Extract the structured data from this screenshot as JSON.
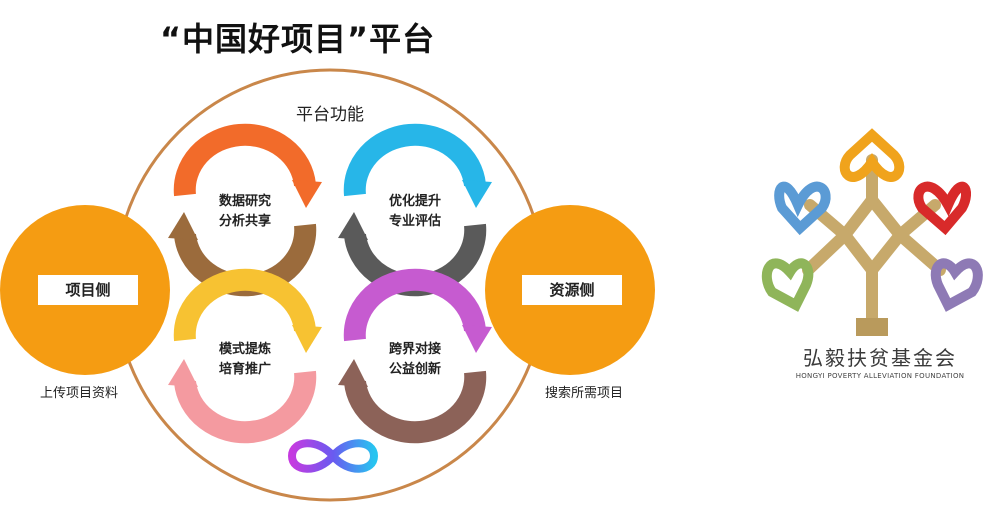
{
  "title": "“中国好项目”平台",
  "subtitle": "平台功能",
  "functions": [
    {
      "line1": "数据研究",
      "line2": "分析共享",
      "colors": [
        "#f26b2a",
        "#9b6b3c"
      ]
    },
    {
      "line1": "优化提升",
      "line2": "专业评估",
      "colors": [
        "#27b6e8",
        "#5a5a5a"
      ]
    },
    {
      "line1": "模式提炼",
      "line2": "培育推广",
      "colors": [
        "#f7c232",
        "#f49aa0"
      ]
    },
    {
      "line1": "跨界对接",
      "line2": "公益创新",
      "colors": [
        "#c65bd0",
        "#8c6258"
      ]
    }
  ],
  "left_side": {
    "label": "项目侧",
    "caption": "上传项目资料"
  },
  "right_side": {
    "label": "资源侧",
    "caption": "搜索所需项目"
  },
  "colors": {
    "orange": "#f59c12",
    "ring": "#c9874a"
  },
  "logo": {
    "name": "弘毅扶贫基金会",
    "english": "HONGYI POVERTY ALLEVIATION FOUNDATION",
    "heart_colors": [
      "#f0a31c",
      "#d82a2a",
      "#5b9bd5",
      "#8e7ab5",
      "#8fb55a"
    ]
  },
  "icons": {
    "loop": "infinity-icon"
  }
}
